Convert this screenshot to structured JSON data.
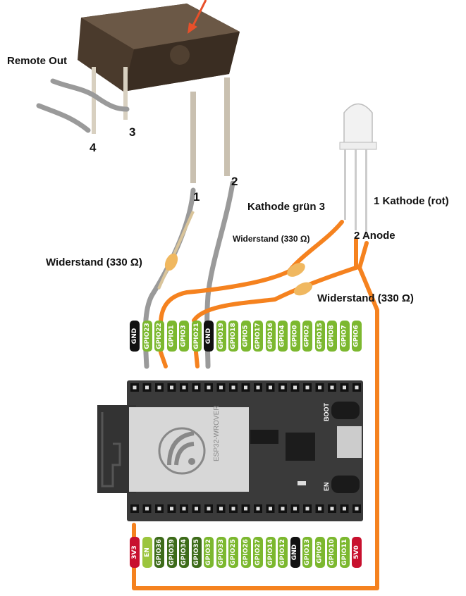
{
  "labels": {
    "remote_out": "Remote Out",
    "pin1": "1",
    "pin2": "2",
    "pin3": "3",
    "pin4": "4",
    "resistor_left": "Widerstand (330 Ω)",
    "resistor_mid": "Widerstand (330 Ω)",
    "resistor_right": "Widerstand (330 Ω)",
    "kathode_gruen": "Kathode grün 3",
    "kathode_rot": "1 Kathode (rot)",
    "anode": "2 Anode"
  },
  "board": {
    "module_label": "ESP32-WROVER",
    "boot_label": "BOOT",
    "en_label": "EN"
  },
  "top_pins": [
    {
      "label": "GND",
      "color": "#111111"
    },
    {
      "label": "GPIO23",
      "color": "#7cb82f"
    },
    {
      "label": "GPIO22",
      "color": "#7cb82f"
    },
    {
      "label": "GPIO1",
      "color": "#7cb82f"
    },
    {
      "label": "GPIO3",
      "color": "#7cb82f"
    },
    {
      "label": "GPIO21",
      "color": "#7cb82f"
    },
    {
      "label": "GND",
      "color": "#111111"
    },
    {
      "label": "GPIO19",
      "color": "#7cb82f"
    },
    {
      "label": "GPIO18",
      "color": "#7cb82f"
    },
    {
      "label": "GPIO5",
      "color": "#7cb82f"
    },
    {
      "label": "GPIO17",
      "color": "#7cb82f"
    },
    {
      "label": "GPIO16",
      "color": "#7cb82f"
    },
    {
      "label": "GPIO4",
      "color": "#7cb82f"
    },
    {
      "label": "GPIO0",
      "color": "#7cb82f"
    },
    {
      "label": "GPIO2",
      "color": "#7cb82f"
    },
    {
      "label": "GPIO15",
      "color": "#7cb82f"
    },
    {
      "label": "GPIO8",
      "color": "#7cb82f"
    },
    {
      "label": "GPIO7",
      "color": "#7cb82f"
    },
    {
      "label": "GPIO6",
      "color": "#7cb82f"
    }
  ],
  "bottom_pins": [
    {
      "label": "3V3",
      "color": "#c8102e"
    },
    {
      "label": "EN",
      "color": "#9bc53d"
    },
    {
      "label": "GPIO36",
      "color": "#3d6b1a"
    },
    {
      "label": "GPIO39",
      "color": "#3d6b1a"
    },
    {
      "label": "GPIO34",
      "color": "#3d6b1a"
    },
    {
      "label": "GPIO35",
      "color": "#3d6b1a"
    },
    {
      "label": "GPIO32",
      "color": "#7cb82f"
    },
    {
      "label": "GPIO33",
      "color": "#7cb82f"
    },
    {
      "label": "GPIO25",
      "color": "#7cb82f"
    },
    {
      "label": "GPIO26",
      "color": "#7cb82f"
    },
    {
      "label": "GPIO27",
      "color": "#7cb82f"
    },
    {
      "label": "GPIO14",
      "color": "#7cb82f"
    },
    {
      "label": "GPIO12",
      "color": "#7cb82f"
    },
    {
      "label": "GND",
      "color": "#111111"
    },
    {
      "label": "GPIO13",
      "color": "#7cb82f"
    },
    {
      "label": "GPIO9",
      "color": "#7cb82f"
    },
    {
      "label": "GPIO10",
      "color": "#7cb82f"
    },
    {
      "label": "GPIO11",
      "color": "#7cb82f"
    },
    {
      "label": "5V0",
      "color": "#c8102e"
    }
  ],
  "colors": {
    "wire_gray": "#9a9a9a",
    "wire_orange": "#f5821f",
    "board": "#3a3a3a",
    "module": "#d7d7d7"
  }
}
